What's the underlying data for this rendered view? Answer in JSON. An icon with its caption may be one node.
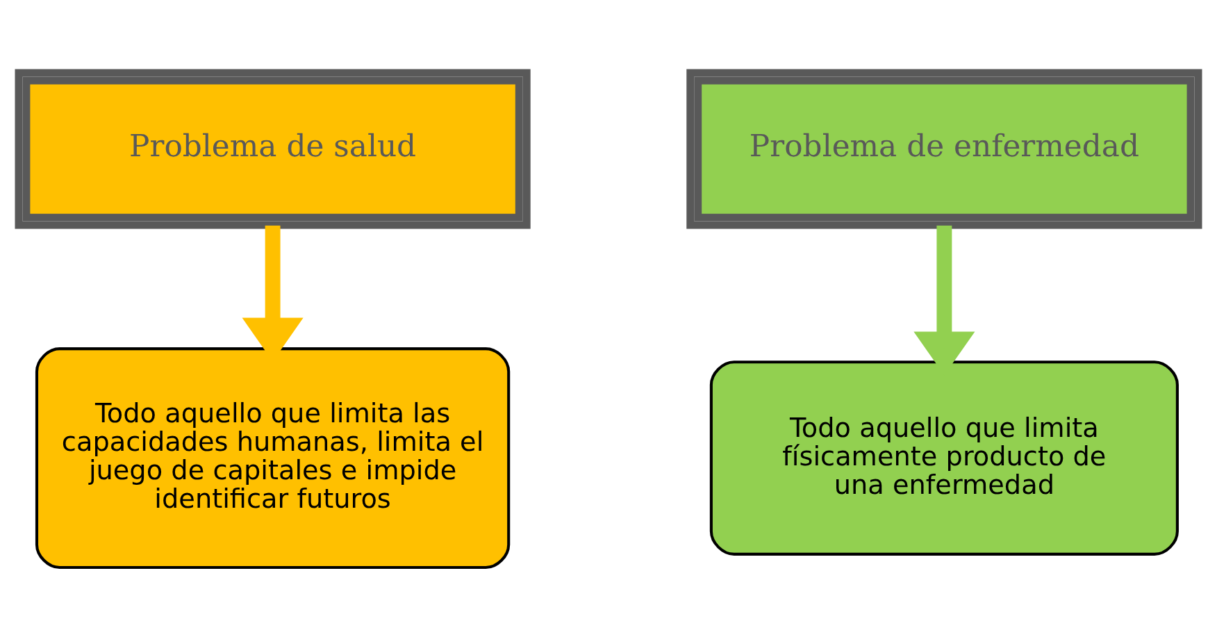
{
  "diagram": {
    "nodes": [
      {
        "text": [
          "Problema de salud"
        ]
      },
      {
        "text": [
          "Problema de enfermedad"
        ]
      },
      {
        "text": [
          "Todo aquello que limita las capacidades humanas, limita el juego de capitales e impide identificar futuros"
        ]
      },
      {
        "text": [
          "Todo aquello que limita físicamente producto de una enfermedad"
        ]
      }
    ],
    "edges": [
      {
        "from": 0,
        "to": 2,
        "arrow": "to",
        "color": "#ffc000"
      },
      {
        "from": 1,
        "to": 3,
        "arrow": "to",
        "color": "#92d050"
      }
    ]
  }
}
